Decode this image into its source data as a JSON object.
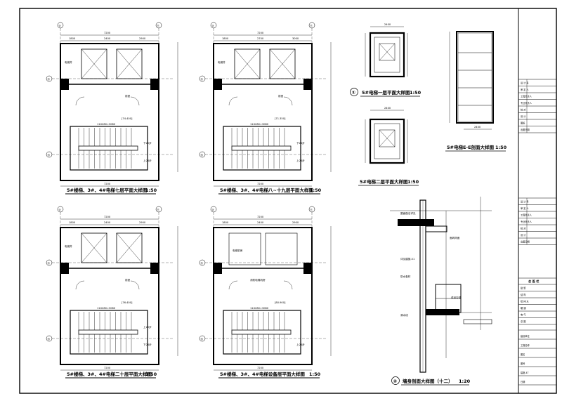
{
  "plans": {
    "p1": {
      "title": "5#楼梯、3#、4#电梯七层平面大样图",
      "scale": "1:50",
      "dims_top": [
        "7200"
      ],
      "dims_sub": [
        "1800",
        "2400",
        "2900"
      ],
      "rooms": [
        "电梯井",
        "电梯井"
      ],
      "label_a": "前室",
      "label_b": "下20步",
      "label_c": "上24步",
      "elev": "[74.400]",
      "stair_note": "11X280=3080",
      "axes": [
        "⑩",
        "⑪",
        "⑫",
        "⑬",
        "⑭",
        "⑮"
      ]
    },
    "p2": {
      "title": "5#楼梯、3#、4#电梯八~十九层平面大样图",
      "scale": "1:50",
      "dims_top": [
        "7200"
      ],
      "dims_sub": [
        "1800",
        "2700",
        "3000"
      ],
      "rooms": [
        "电梯井",
        "电梯井"
      ],
      "label_a": "前室",
      "label_b": "下24步",
      "label_c": "上24步",
      "elev": "[71.350]",
      "stair_note": "11X280=3080",
      "axes": [
        "⑩",
        "⑪",
        "⑫",
        "⑬",
        "⑭",
        "⑮"
      ]
    },
    "p3": {
      "title": "5#楼梯、3#、4#电梯二十层平面大样图",
      "scale": "1:50",
      "dims_top": [
        "7200"
      ],
      "dims_sub": [
        "1800",
        "2400",
        "2900"
      ],
      "rooms": [
        "电梯井",
        "电梯井"
      ],
      "label_a": "前室",
      "label_b": "上20步",
      "label_c": "下24步",
      "elev": "[76.400]",
      "stair_note": "11X280=3080",
      "axes": [
        "⑩",
        "⑪",
        "⑫",
        "⑬",
        "⑭",
        "⑮"
      ]
    },
    "p4": {
      "title": "5#楼梯、3#、4#电梯设备层平面大样图",
      "scale": "1:50",
      "dims_top": [
        "7200"
      ],
      "dims_sub": [
        "1800",
        "2400",
        "2900"
      ],
      "rooms": [
        "电梯机房"
      ],
      "label_a": "消防电梯机房",
      "label_b": "",
      "label_c": "上24步",
      "elev": "[80.900]",
      "stair_note": "11X280=3080",
      "axes": [
        "⑩",
        "⑪",
        "⑫",
        "⑬",
        "⑭",
        "⑮"
      ]
    }
  },
  "elev_plans": {
    "e1": {
      "num": "①",
      "title": "5#电梯一层平面大样图",
      "scale": "1:50",
      "dim": "2400"
    },
    "e2": {
      "title": "5#电梯二层平面大样图",
      "scale": "1:50",
      "dim": "2400"
    },
    "e3": {
      "title": "5#电梯E-E剖面大样图",
      "scale": "1:50",
      "dim": "2400"
    }
  },
  "section": {
    "num": "②",
    "title": "墙身剖面大样图（十二）",
    "scale": "1:20",
    "notes": [
      "屋面做法详见",
      "详见建施-01",
      "成品空调",
      "防水卷材",
      "面砖饰面",
      "滴水线"
    ]
  },
  "titleblock": {
    "top_rows": [
      "设 计 号",
      "审 定 人",
      "工程负责人",
      "专业负责人",
      "校 对",
      "设 计",
      "图纸",
      "出图日期"
    ],
    "mid_rows": [
      "设 计 号",
      "审 定 人",
      "工程负责人",
      "专业负责人",
      "校 对",
      "设 计",
      "出图日期"
    ],
    "lower_head": "会 签 栏",
    "lower_rows": [
      "建 筑",
      "结 构",
      "给 排 水",
      "暖 通",
      "电 气",
      "总 图"
    ],
    "bottom_rows": [
      "建设单位",
      "工程名称",
      "图名",
      "图号",
      "建施-47",
      "日期"
    ]
  }
}
